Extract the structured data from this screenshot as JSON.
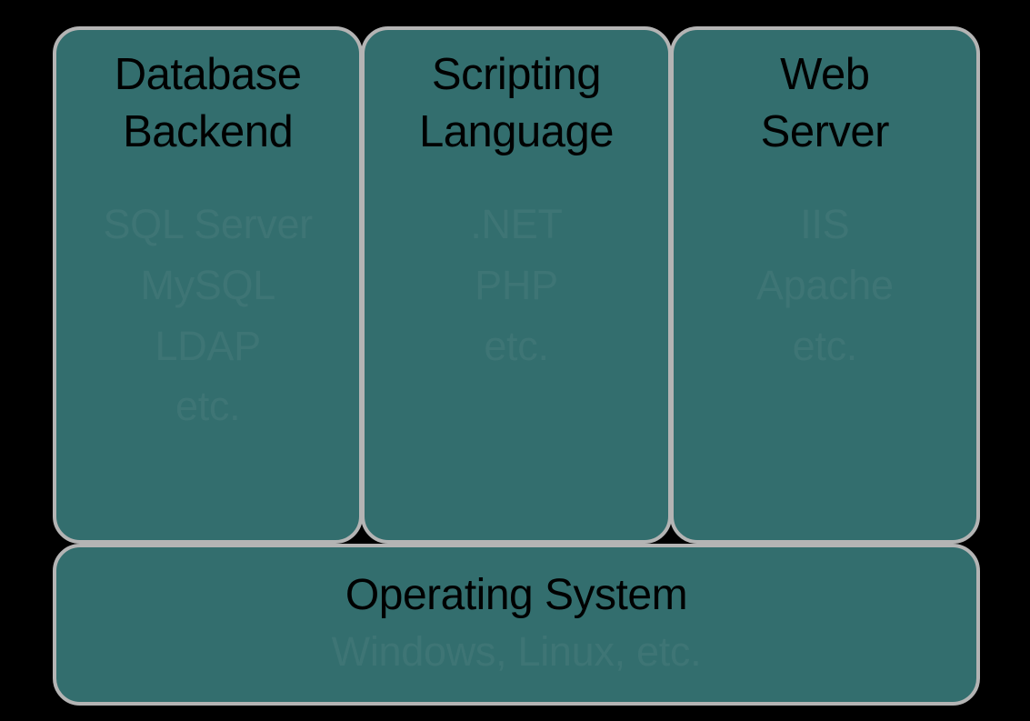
{
  "diagram": {
    "type": "layered-stack-diagram",
    "background_color": "#000000",
    "box_fill_color": "#336E6E",
    "box_border_color": "#B4B4B4",
    "title_text_color": "#000000",
    "example_text_color": "#3E7575",
    "pillars": [
      {
        "title": "Database\nBackend",
        "examples": "SQL Server\nMySQL\nLDAP\netc."
      },
      {
        "title": "Scripting\nLanguage",
        "examples": ".NET\nPHP\netc."
      },
      {
        "title": "Web\nServer",
        "examples": "IIS\nApache\netc."
      }
    ],
    "foundation": {
      "title": "Operating System",
      "examples": "Windows, Linux, etc."
    }
  }
}
